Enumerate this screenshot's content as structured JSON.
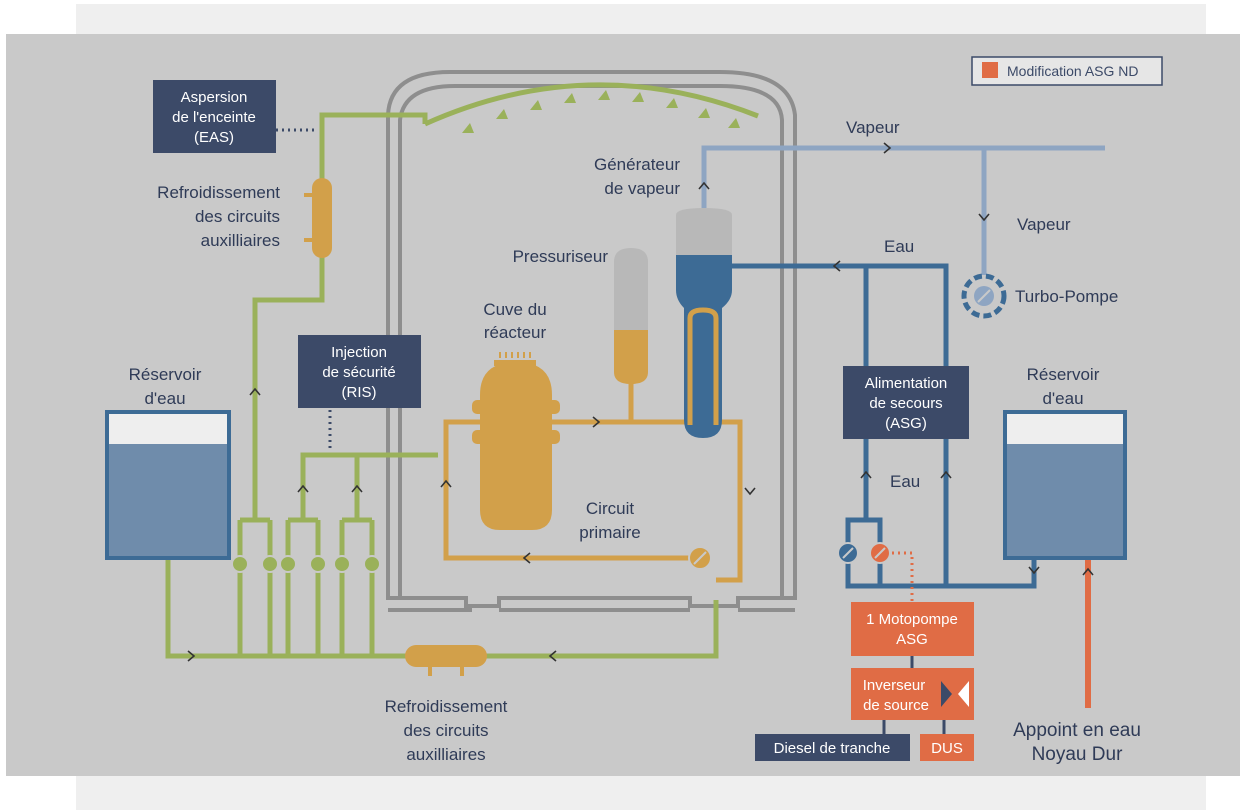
{
  "legend": {
    "label": "Modification ASG ND",
    "color": "#e06c45"
  },
  "labels": {
    "aspersion": [
      "Aspersion",
      "de l'enceinte",
      "(EAS)"
    ],
    "refroid_top": [
      "Refroidissement",
      "des circuits",
      "auxilliaires"
    ],
    "reservoir_left": [
      "Réservoir",
      "d'eau"
    ],
    "injection": [
      "Injection",
      "de sécurité",
      "(RIS)"
    ],
    "cuve": [
      "Cuve du",
      "réacteur"
    ],
    "pressuriseur": "Pressuriseur",
    "generateur": [
      "Générateur",
      "de vapeur"
    ],
    "vapeur_top": "Vapeur",
    "vapeur_right": "Vapeur",
    "eau_top": "Eau",
    "turbo": "Turbo-Pompe",
    "alimentation": [
      "Alimentation",
      "de secours",
      "(ASG)"
    ],
    "reservoir_right": [
      "Réservoir",
      "d'eau"
    ],
    "eau_mid": "Eau",
    "circuit_primaire": [
      "Circuit",
      "primaire"
    ],
    "motopompe": [
      "1 Motopompe",
      "ASG"
    ],
    "inverseur": [
      "Inverseur",
      "de source"
    ],
    "diesel": "Diesel de tranche",
    "dus": "DUS",
    "appoint": [
      "Appoint en eau",
      "Noyau Dur"
    ],
    "refroid_bottom": [
      "Refroidissement",
      "des circuits",
      "auxilliaires"
    ]
  },
  "colors": {
    "green": "#9ab15a",
    "orange": "#d2a04a",
    "steam": "#8ea5c2",
    "water": "#3d6b95",
    "navy": "#3c4a68",
    "accent": "#e06c45",
    "gray": "#8e8e8e",
    "reservoir": "#6f8cab"
  }
}
